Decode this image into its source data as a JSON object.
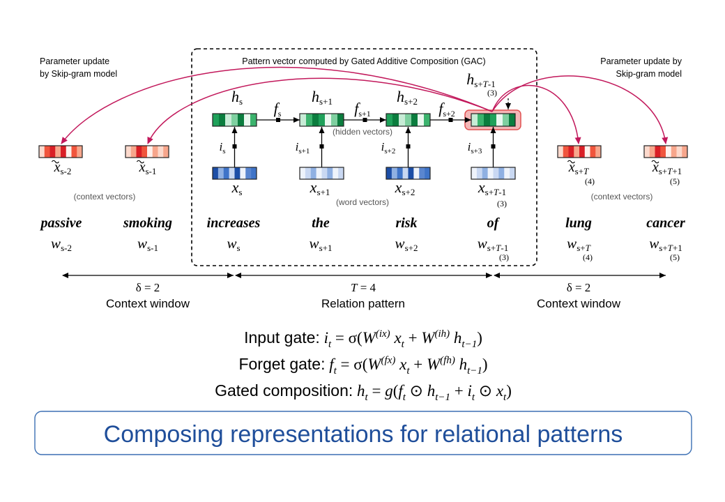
{
  "gac_box": {
    "title": "Pattern vector computed by Gated Additive Composition (GAC)",
    "hidden_label": "(hidden vectors)",
    "word_label": "(word vectors)"
  },
  "left_update": {
    "line1": "Parameter update",
    "line2": "by Skip-gram model"
  },
  "right_update": {
    "line1": "Parameter update by",
    "line2": "Skip-gram model"
  },
  "context_label_left": "(context vectors)",
  "context_label_right": "(context vectors)",
  "hidden": [
    {
      "base": "h",
      "sub": "s",
      "step": ""
    },
    {
      "base": "h",
      "sub": "s+1",
      "step": ""
    },
    {
      "base": "h",
      "sub": "s+2",
      "step": ""
    },
    {
      "base": "h",
      "sub": "s+T-1",
      "step": "(3)"
    }
  ],
  "forget": [
    {
      "base": "f",
      "sub": "s"
    },
    {
      "base": "f",
      "sub": "s+1"
    },
    {
      "base": "f",
      "sub": "s+2"
    }
  ],
  "inputs": [
    {
      "base": "i",
      "sub": "s"
    },
    {
      "base": "i",
      "sub": "s+1"
    },
    {
      "base": "i",
      "sub": "s+2"
    },
    {
      "base": "i",
      "sub": "s+3"
    }
  ],
  "wordvecs": [
    {
      "base": "x",
      "sub": "s",
      "step": ""
    },
    {
      "base": "x",
      "sub": "s+1",
      "step": ""
    },
    {
      "base": "x",
      "sub": "s+2",
      "step": ""
    },
    {
      "base": "x",
      "sub": "s+T-1",
      "step": "(3)"
    }
  ],
  "contexts": [
    {
      "base": "x",
      "sub": "s-2",
      "step": ""
    },
    {
      "base": "x",
      "sub": "s-1",
      "step": ""
    },
    {
      "base": "x",
      "sub": "s+T",
      "step": "(4)"
    },
    {
      "base": "x",
      "sub": "s+T+1",
      "step": "(5)"
    }
  ],
  "words": [
    {
      "text": "passive",
      "w": "w",
      "sub": "s-2",
      "step": ""
    },
    {
      "text": "smoking",
      "w": "w",
      "sub": "s-1",
      "step": ""
    },
    {
      "text": "increases",
      "w": "w",
      "sub": "s",
      "step": ""
    },
    {
      "text": "the",
      "w": "w",
      "sub": "s+1",
      "step": ""
    },
    {
      "text": "risk",
      "w": "w",
      "sub": "s+2",
      "step": ""
    },
    {
      "text": "of",
      "w": "w",
      "sub": "s+T-1",
      "step": "(3)"
    },
    {
      "text": "lung",
      "w": "w",
      "sub": "s+T",
      "step": "(4)"
    },
    {
      "text": "cancer",
      "w": "w",
      "sub": "s+T+1",
      "step": "(5)"
    }
  ],
  "windows": [
    {
      "measure": "δ = 2",
      "label": "Context window"
    },
    {
      "measure": "T = 4",
      "label": "Relation pattern"
    },
    {
      "measure": "δ = 2",
      "label": "Context window"
    }
  ],
  "equations": [
    {
      "name": "Input gate:",
      "formula": "i_t = σ(W^(ix) x_t + W^(ih) h_(t−1))"
    },
    {
      "name": "Forget gate:",
      "formula": "f_t = σ(W^(fx) x_t + W^(fh) h_(t−1))"
    },
    {
      "name": "Gated composition:",
      "formula": "h_t = g(f_t ⊙ h_(t−1) + i_t ⊙ x_t)"
    }
  ],
  "caption": "Composing representations for relational patterns",
  "colors": {
    "green": [
      "#0b7d3e",
      "#1fa15a",
      "#7fd0a0",
      "#c7ecd6",
      "#e9f8ef",
      "#3bb36d"
    ],
    "blue": [
      "#1c4ea6",
      "#3f74c8",
      "#8fb0e2",
      "#c9d8f2",
      "#eef3fb",
      "#5a86d0"
    ],
    "red": [
      "#d91f26",
      "#f0553d",
      "#f7a68c",
      "#fcd9cc",
      "#fff1ec",
      "#ea3b2f"
    ],
    "arrow": "#c2185b",
    "highlight_fill": "#f4b7b7",
    "highlight_stroke": "#e05050",
    "caption_text": "#1f4e9a",
    "caption_border": "#3b6fb3"
  }
}
